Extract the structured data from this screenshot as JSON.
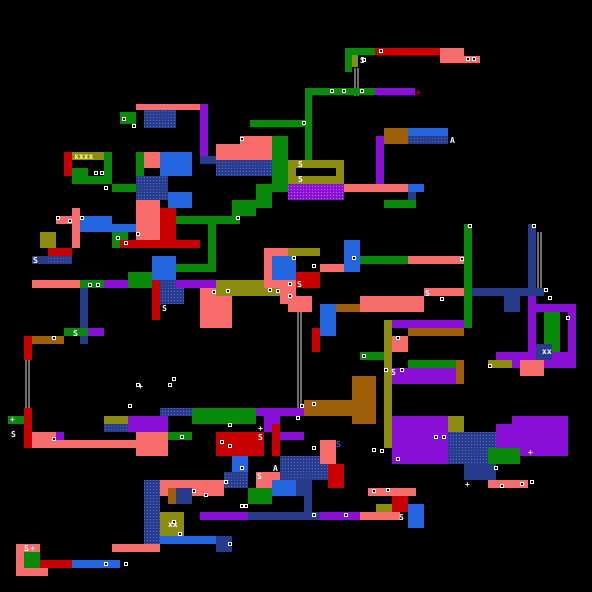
{
  "map": {
    "title": "",
    "colors": {
      "background": "#000000",
      "pink": "#f86c6c",
      "green": "#0a8a0a",
      "red": "#c80000",
      "blue": "#2466e0",
      "purple": "#8a10d8",
      "olive": "#8c8c10",
      "brown": "#a0600a",
      "navy": "#283c8c",
      "pipe": "#dcdcdc"
    },
    "marker_labels": {
      "save": "S",
      "arrival": "A",
      "item": "+",
      "block": "x"
    },
    "room_count_legend": ""
  }
}
